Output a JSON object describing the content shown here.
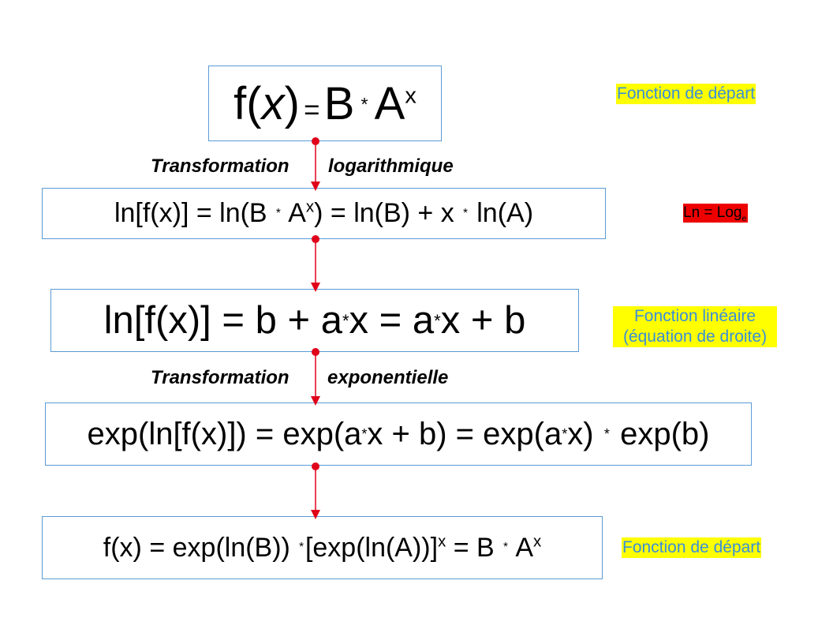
{
  "formula1": {
    "lhs": "f(",
    "var": "x",
    "close": ")",
    "eq": "=",
    "b": "B",
    "star": "*",
    "a": "A",
    "exp": "x"
  },
  "formula2": {
    "part1": "ln[f(x)] = ln(B ",
    "star1": "*",
    "part2": " A",
    "exp": "x",
    "part3": ") = ln(B) + x ",
    "star2": "*",
    "part4": " ln(A)"
  },
  "formula3": {
    "part1": "ln[f(x)] = b + a",
    "star1": "*",
    "part2": "x = a",
    "star2": "*",
    "part3": "x + b"
  },
  "formula4": {
    "part1": "exp(ln[f(x)]) = exp(a",
    "star1": "*",
    "part2": "x + b) = exp(a",
    "star2": "*",
    "part3": "x) ",
    "star3": "*",
    "part4": " exp(b)"
  },
  "formula5": {
    "part1": "f(x) = exp(ln(B)) ",
    "star1": "*",
    "part2": "[exp(ln(A))]",
    "exp1": "x",
    "part3": " = B ",
    "star2": "*",
    "part4": " A",
    "exp2": "x"
  },
  "notes": {
    "start1": "Fonction de départ",
    "ln_base": "Ln = Log",
    "ln_sub": "e",
    "linear_line1": "Fonction linéaire",
    "linear_line2": "(équation de droite)",
    "start2": "Fonction de départ"
  },
  "transforms": {
    "t1_left": "Transformation",
    "t1_right": "logarithmique",
    "t2_left": "Transformation",
    "t2_right": "exponentielle"
  },
  "colors": {
    "box_border": "#5b9bd5",
    "arrow": "#e0001a",
    "note_bg": "#ffff00",
    "note_text": "#3a8fd9",
    "ln_note_bg": "#ee0000"
  }
}
